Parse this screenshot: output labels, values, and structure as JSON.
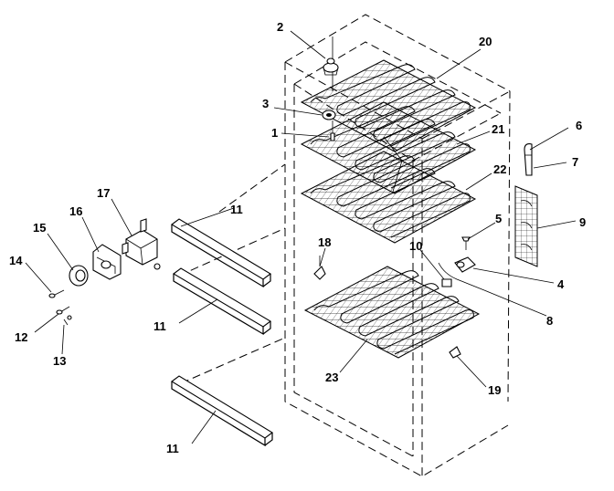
{
  "diagram": {
    "callouts": [
      {
        "id": "c2",
        "text": "2"
      },
      {
        "id": "c20",
        "text": "20"
      },
      {
        "id": "c3",
        "text": "3"
      },
      {
        "id": "c1",
        "text": "1"
      },
      {
        "id": "c21",
        "text": "21"
      },
      {
        "id": "c6",
        "text": "6"
      },
      {
        "id": "c7",
        "text": "7"
      },
      {
        "id": "c22",
        "text": "22"
      },
      {
        "id": "c17",
        "text": "17"
      },
      {
        "id": "c11a",
        "text": "11"
      },
      {
        "id": "c16",
        "text": "16"
      },
      {
        "id": "c15",
        "text": "15"
      },
      {
        "id": "c5",
        "text": "5"
      },
      {
        "id": "c9",
        "text": "9"
      },
      {
        "id": "c18",
        "text": "18"
      },
      {
        "id": "c10",
        "text": "10"
      },
      {
        "id": "c14",
        "text": "14"
      },
      {
        "id": "c4",
        "text": "4"
      },
      {
        "id": "c12",
        "text": "12"
      },
      {
        "id": "c11b",
        "text": "11"
      },
      {
        "id": "c8",
        "text": "8"
      },
      {
        "id": "c13",
        "text": "13"
      },
      {
        "id": "c23",
        "text": "23"
      },
      {
        "id": "c19",
        "text": "19"
      },
      {
        "id": "c11c",
        "text": "11"
      }
    ]
  }
}
